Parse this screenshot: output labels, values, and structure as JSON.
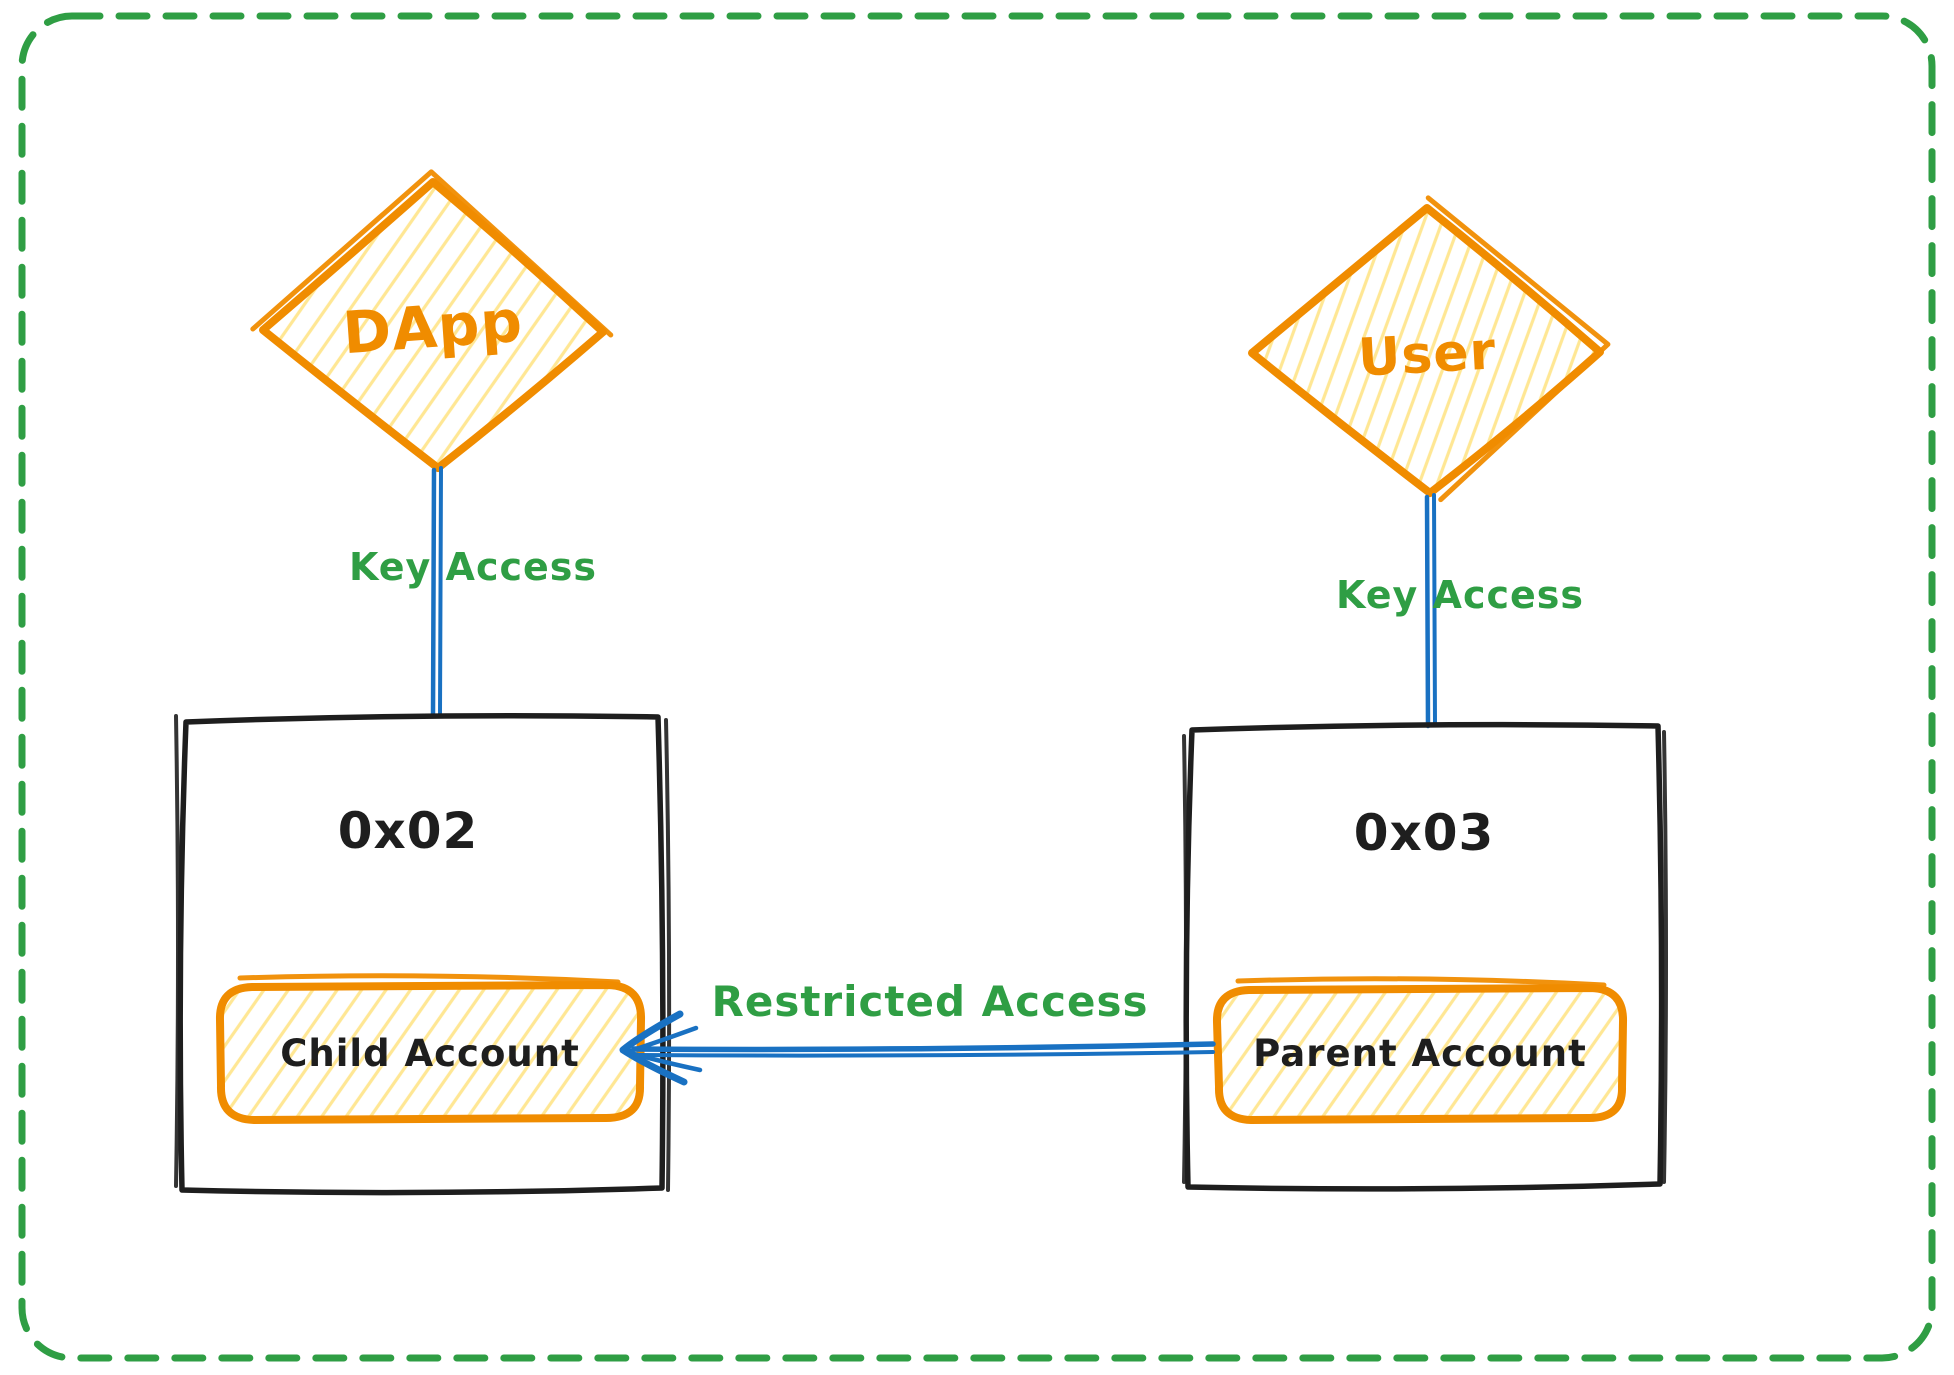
{
  "palette": {
    "background": "#ffffff",
    "border_green": "#2f9e44",
    "label_green": "#2f9e44",
    "orange": "#f08c00",
    "yellow_fill": "#ffd43b",
    "blue": "#1971c2",
    "black": "#1e1e1e"
  },
  "diagram": {
    "dapp": {
      "label": "DApp",
      "shape": "diamond"
    },
    "user": {
      "label": "User",
      "shape": "diamond"
    },
    "left_account": {
      "address": "0x02",
      "inner_label": "Child Account"
    },
    "right_account": {
      "address": "0x03",
      "inner_label": "Parent Account"
    },
    "edges": {
      "dapp_key_access": {
        "label": "Key Access",
        "from": "DApp",
        "to": "0x02"
      },
      "user_key_access": {
        "label": "Key Access",
        "from": "User",
        "to": "0x03"
      },
      "restricted_access": {
        "label": "Restricted Access",
        "from": "Parent Account",
        "to": "Child Account"
      }
    }
  }
}
